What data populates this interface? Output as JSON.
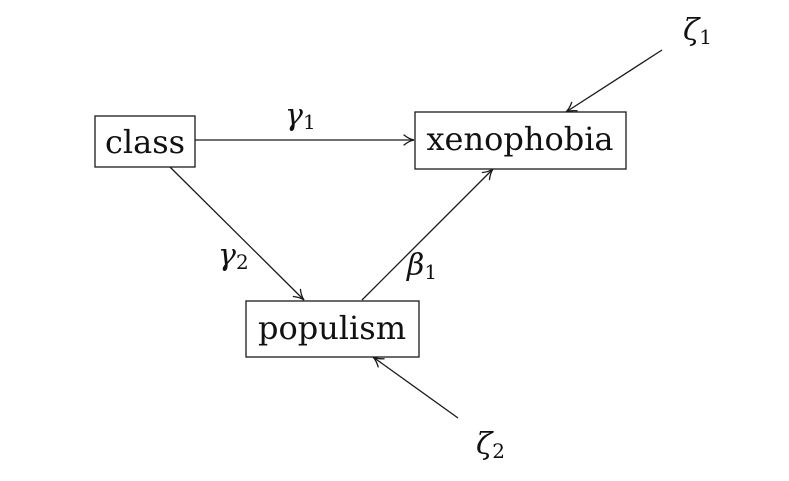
{
  "diagram": {
    "nodes": {
      "class": {
        "label": "class"
      },
      "xenophobia": {
        "label": "xenophobia"
      },
      "populism": {
        "label": "populism"
      }
    },
    "edges": {
      "class_xenophobia": {
        "symbol": "γ",
        "subscript": "1"
      },
      "class_populism": {
        "symbol": "γ",
        "subscript": "2"
      },
      "populism_xenophobia": {
        "symbol": "β",
        "subscript": "1"
      }
    },
    "disturbances": {
      "zeta1": {
        "symbol": "ζ",
        "subscript": "1"
      },
      "zeta2": {
        "symbol": "ζ",
        "subscript": "2"
      }
    }
  }
}
